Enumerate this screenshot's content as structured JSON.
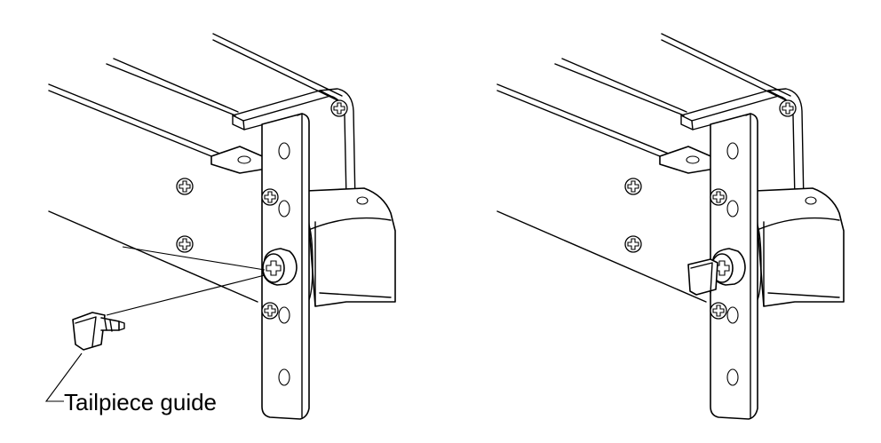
{
  "figure": {
    "callout_label": "Tailpiece guide",
    "line_color": "#000000",
    "background_color": "#ffffff"
  },
  "views": [
    {
      "name": "exploded-view",
      "tailpiece_guide": "separated"
    },
    {
      "name": "installed-view",
      "tailpiece_guide": "installed"
    }
  ]
}
